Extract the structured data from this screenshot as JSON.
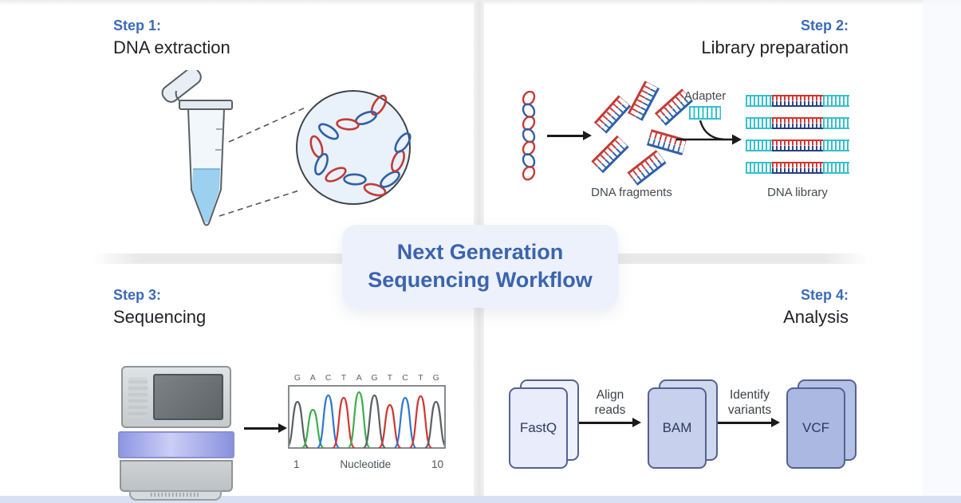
{
  "title": {
    "line1": "Next Generation",
    "line2": "Sequencing Workflow"
  },
  "steps": {
    "s1": {
      "label": "Step 1:",
      "name": "DNA extraction"
    },
    "s2": {
      "label": "Step 2:",
      "name": "Library preparation"
    },
    "s3": {
      "label": "Step 3:",
      "name": "Sequencing"
    },
    "s4": {
      "label": "Step 4:",
      "name": "Analysis"
    }
  },
  "library_prep": {
    "fragments_label": "DNA fragments",
    "adapter_label": "Adapter",
    "library_label": "DNA library"
  },
  "sequencing": {
    "sequence": [
      "G",
      "A",
      "C",
      "T",
      "A",
      "G",
      "T",
      "C",
      "T",
      "G"
    ],
    "peak_colors": {
      "G": "#5b6064",
      "A": "#3fae4c",
      "C": "#2e78cf",
      "T": "#cf3732"
    },
    "axis": {
      "start": "1",
      "label": "Nucleotide",
      "end": "10"
    }
  },
  "analysis": {
    "fastq_label": "FastQ",
    "bam_label": "BAM",
    "vcf_label": "VCF",
    "arrow1": {
      "line1": "Align",
      "line2": "reads"
    },
    "arrow2": {
      "line1": "Identify",
      "line2": "variants"
    }
  },
  "colors": {
    "step_label_blue": "#3c6ab8",
    "title_blue": "#3a64ae",
    "card_bg": "#edf1fb",
    "dna_red": "#c43a35",
    "dna_blue": "#2f5fa8",
    "adapter_cyan": "#35c0cb",
    "library_navy": "#27407e",
    "fastq_fill": "#e8ecfb",
    "bam_fill": "#c7d0ec",
    "vcf_fill": "#aab8e2",
    "file_border": "#57618f",
    "machine_glow": "#9aa0ea"
  }
}
